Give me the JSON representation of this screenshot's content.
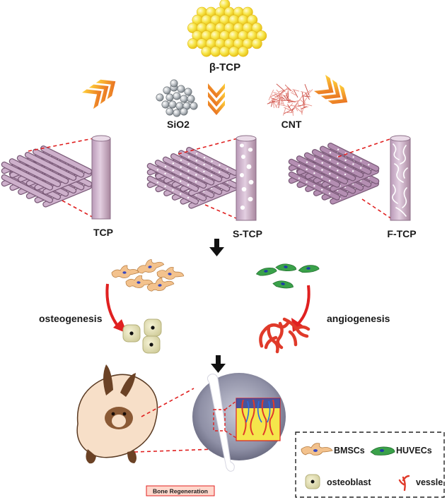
{
  "materials": {
    "beta_tcp": "β-TCP",
    "sio2": "SiO2",
    "cnt": "CNT"
  },
  "scaffolds": {
    "tcp": "TCP",
    "s_tcp": "S-TCP",
    "f_tcp": "F-TCP"
  },
  "processes": {
    "osteogenesis": "osteogenesis",
    "angiogenesis": "angiogenesis"
  },
  "caption": "Bone Regeneration",
  "legend": {
    "bmscs": "BMSCs",
    "huvecs": "HUVECs",
    "osteoblast": "osteoblast",
    "vessle": "vessle"
  },
  "colors": {
    "tcp_yellow": "#f5e23a",
    "scaffold_purple": "#c9a9c6",
    "arrow_orange": "#f08a1e",
    "red_arrow": "#e02020",
    "vessel_red": "#e03a2a",
    "huvec_green": "#3aa14a",
    "bmsc_orange": "#f3c28d",
    "dash_red": "#e02020"
  }
}
